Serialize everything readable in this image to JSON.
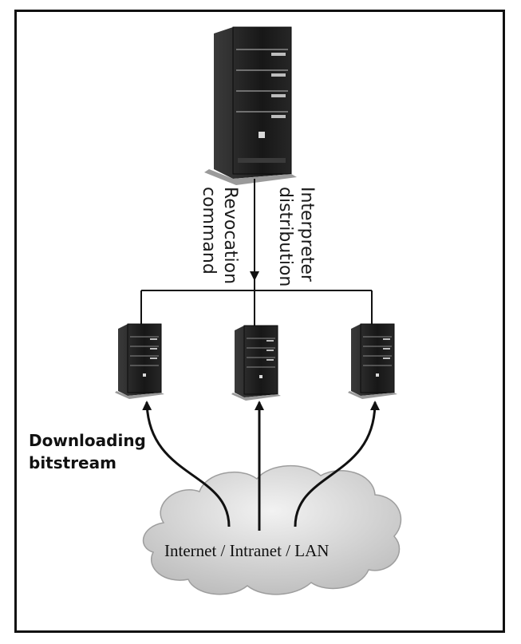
{
  "labels": {
    "interpreter_line1": "Interpreter",
    "interpreter_line2": "distribution",
    "revocation_line1": "Revocation",
    "revocation_line2": "command",
    "downloading_line1": "Downloading",
    "downloading_line2": "bitstream",
    "network": "Internet / Intranet / LAN"
  },
  "icons": {
    "main_server": "tower-server-icon",
    "node_server": "tower-server-icon",
    "network": "cloud-icon"
  },
  "colors": {
    "line": "#111111",
    "server_dark": "#1c1c1c",
    "cloud": "#d4d4d4"
  }
}
